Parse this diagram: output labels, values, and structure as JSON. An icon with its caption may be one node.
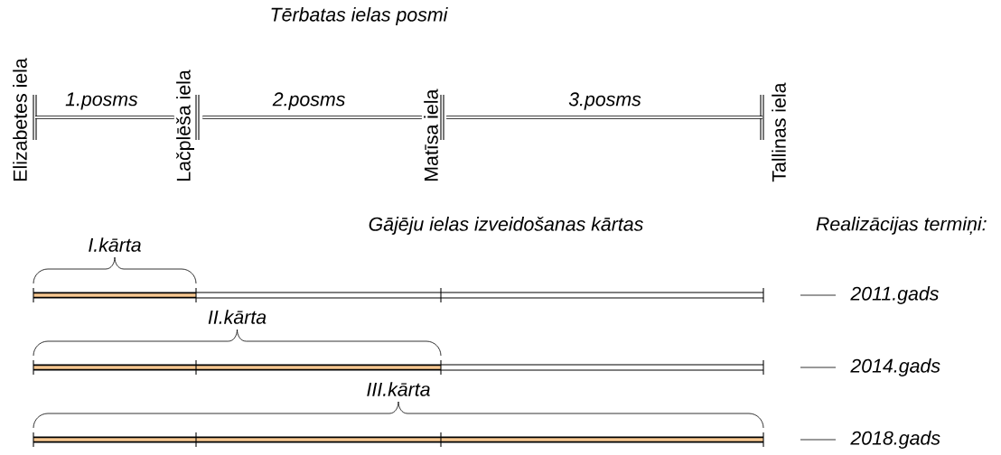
{
  "diagram": {
    "title": "Tērbatas ielas posmi",
    "nodes": [
      {
        "text": [
          "Elizabetes iela"
        ]
      },
      {
        "text": [
          "Lačplēša iela"
        ]
      },
      {
        "text": [
          "Matīsa iela"
        ]
      },
      {
        "text": [
          "Tallinas iela"
        ]
      }
    ],
    "edges": [
      {
        "from": 0,
        "to": 1,
        "arrow": "none",
        "label": "1.posms"
      },
      {
        "from": 1,
        "to": 2,
        "arrow": "none",
        "label": "2.posms"
      },
      {
        "from": 2,
        "to": 3,
        "arrow": "none",
        "label": "3.posms"
      }
    ],
    "labels": [
      "Gājēju ielas izveidošanas kārtas",
      "Realizācijas termiņi:",
      "I.kārta",
      "2011.gads",
      "II.kārta",
      "2014.gads",
      "III.kārta",
      "2018.gads"
    ]
  }
}
